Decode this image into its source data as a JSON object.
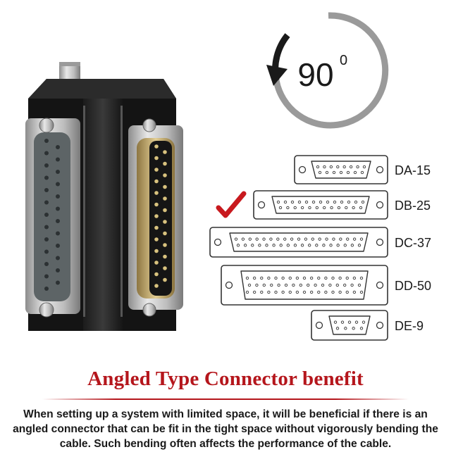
{
  "rotation": {
    "angle": "90",
    "unit": "0"
  },
  "connectors": [
    {
      "label": "DA-15",
      "pins": 15,
      "selected": false
    },
    {
      "label": "DB-25",
      "pins": 25,
      "selected": true
    },
    {
      "label": "DC-37",
      "pins": 37,
      "selected": false
    },
    {
      "label": "DD-50",
      "pins": 50,
      "selected": false
    },
    {
      "label": "DE-9",
      "pins": 9,
      "selected": false
    }
  ],
  "heading": "Angled Type Connector benefit",
  "description": "When setting up a system with limited space, it will be beneficial if there is an angled connector that can be fit in the tight space without vigorously bending the cable. Such bending often affects the performance of the cable.",
  "colors": {
    "accent": "#b5161c",
    "check": "#c8191e",
    "text": "#1a1a1a"
  }
}
